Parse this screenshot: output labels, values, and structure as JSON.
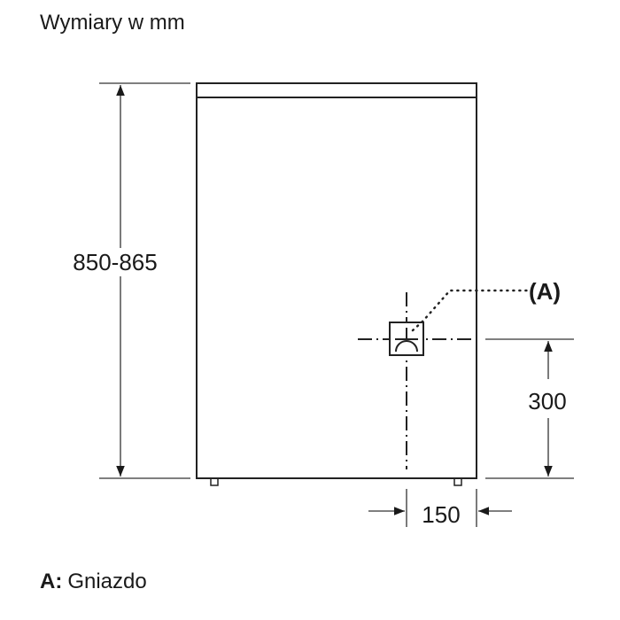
{
  "title": "Wymiary w mm",
  "dimensions": {
    "height": "850-865",
    "socket_height": "300",
    "socket_offset": "150"
  },
  "callout": "(A)",
  "legend": {
    "key": "A:",
    "label": "Gniazdo"
  }
}
